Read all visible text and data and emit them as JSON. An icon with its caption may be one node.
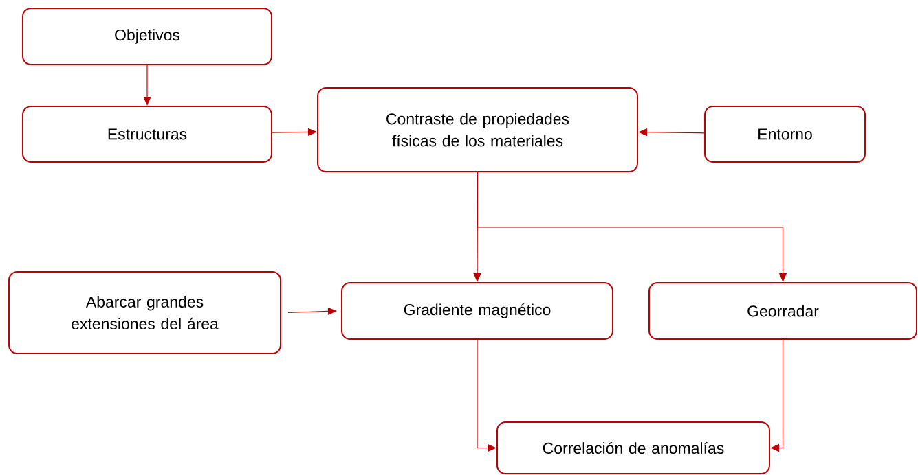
{
  "diagram": {
    "nodes": [
      {
        "text": [
          "Objetivos"
        ]
      },
      {
        "text": [
          "Estructuras"
        ]
      },
      {
        "text": [
          "Contraste de propiedades físicas de los materiales"
        ]
      },
      {
        "text": [
          "Entorno"
        ]
      },
      {
        "text": [
          "Abarcar grandes extensiones del área"
        ]
      },
      {
        "text": [
          "Gradiente magnético"
        ]
      },
      {
        "text": [
          "Georradar"
        ]
      },
      {
        "text": [
          "Correlación de anomalías"
        ]
      }
    ],
    "edges": [
      {
        "from": 0,
        "to": 1,
        "arrow": "to"
      },
      {
        "from": 1,
        "to": 2,
        "arrow": "to"
      },
      {
        "from": 3,
        "to": 2,
        "arrow": "to"
      },
      {
        "from": 2,
        "to": 5,
        "arrow": "to"
      },
      {
        "from": 2,
        "to": 6,
        "arrow": "to"
      },
      {
        "from": 4,
        "to": 5,
        "arrow": "to"
      },
      {
        "from": 5,
        "to": 7,
        "arrow": "to"
      },
      {
        "from": 6,
        "to": 7,
        "arrow": "to"
      }
    ]
  }
}
